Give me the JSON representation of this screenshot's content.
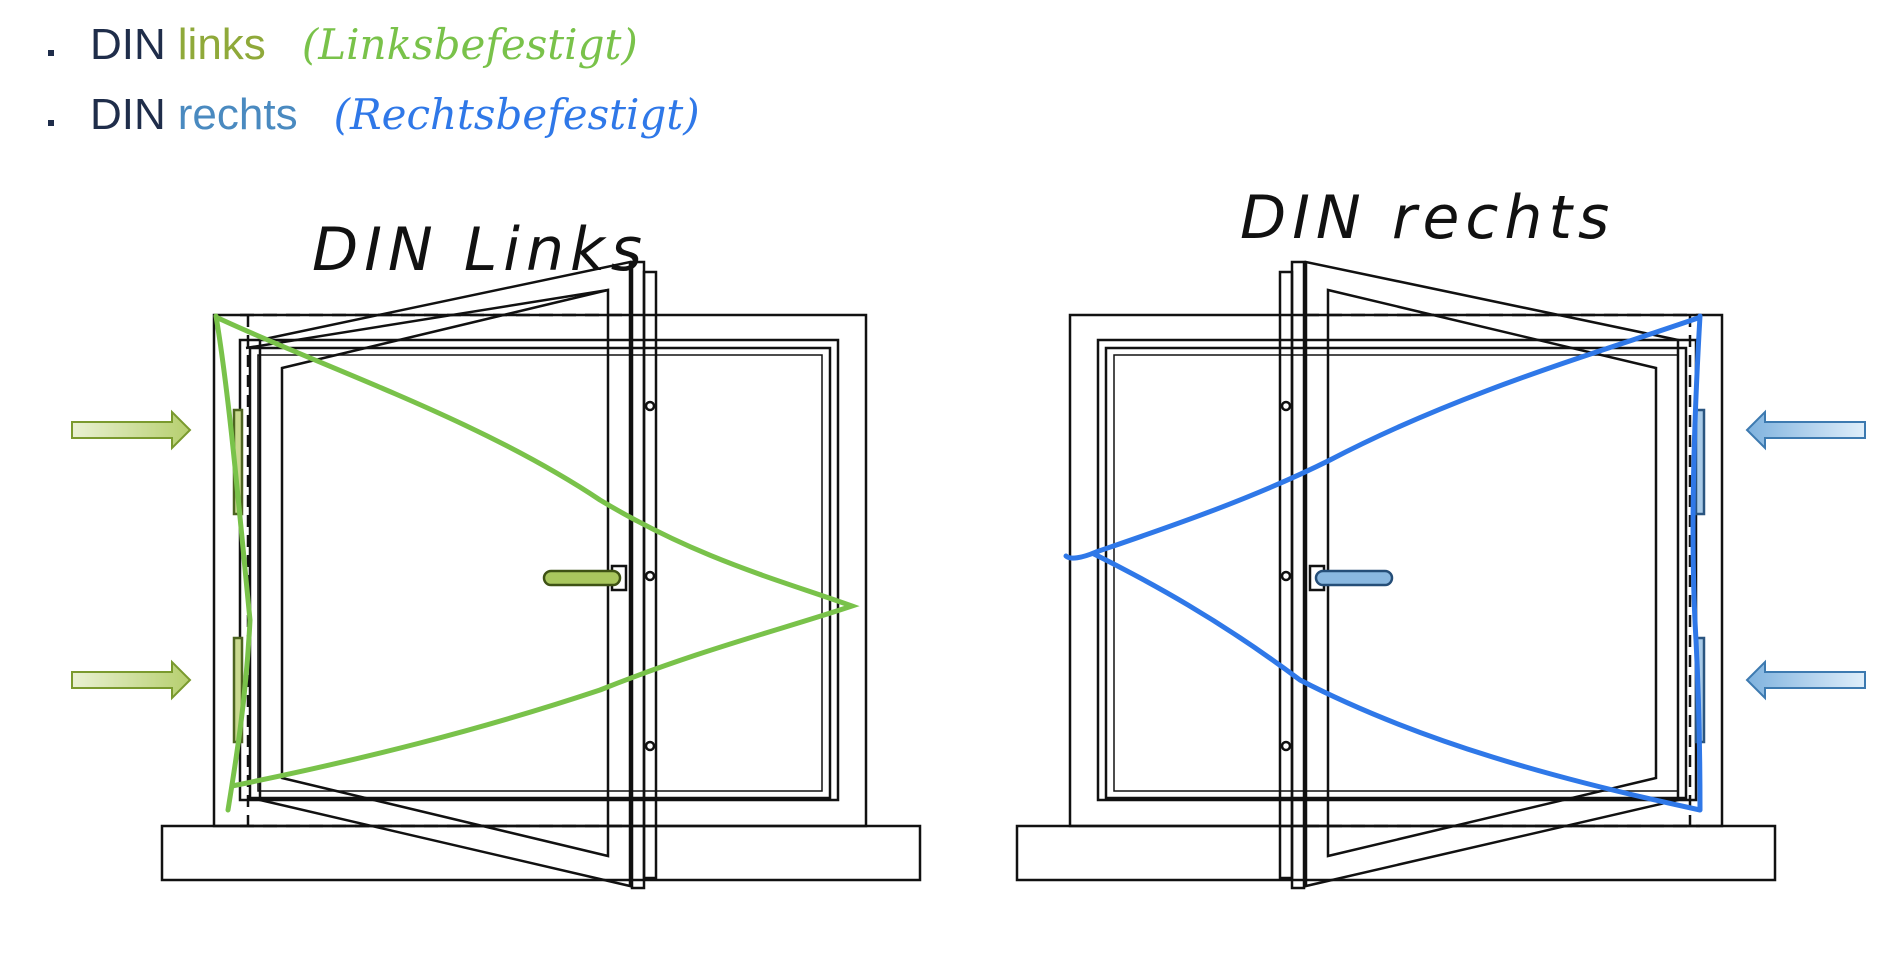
{
  "colors": {
    "text_dark": "#1f2d4a",
    "accent_left": "#8fa93a",
    "accent_right": "#4a8ac0",
    "ink_green": "#79c24a",
    "ink_blue": "#2f78e8",
    "arrow_green_fill": "#c5d98a",
    "arrow_blue_fill": "#9cc4e6"
  },
  "bullets": [
    {
      "prefix": "DIN",
      "term": "links",
      "note": "(Linksbefestigt)"
    },
    {
      "prefix": "DIN",
      "term": "rechts",
      "note": "(Rechtsbefestigt)"
    }
  ],
  "diagrams": {
    "left_title": "DIN Links",
    "right_title": "DIN rechts"
  }
}
